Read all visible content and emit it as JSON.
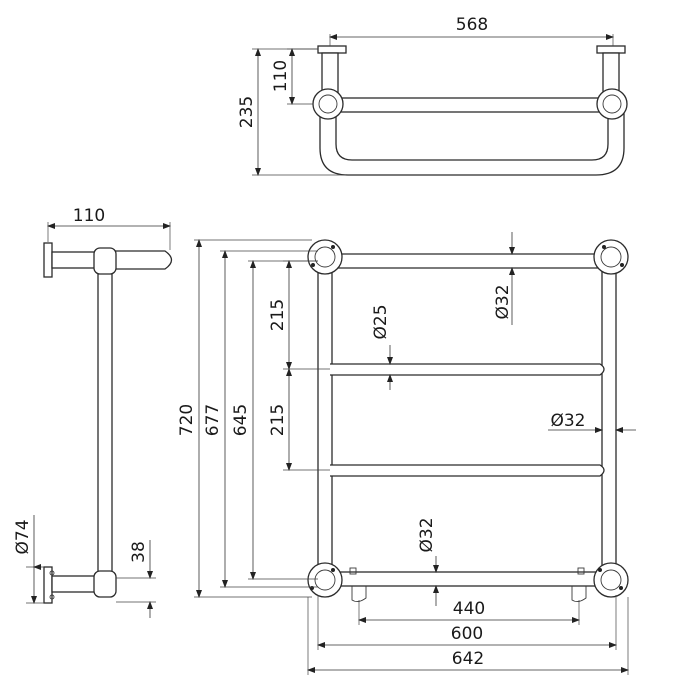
{
  "diagram": {
    "top_view": {
      "width_label": "568",
      "projection_label": "110",
      "depth_label": "235"
    },
    "side_view": {
      "projection_label": "110",
      "flange_diameter_label": "Ø74",
      "bottom_offset_label": "38"
    },
    "front_view": {
      "height_overall_label": "720",
      "height_677_label": "677",
      "height_645_label": "645",
      "spacing_upper_label": "215",
      "spacing_lower_label": "215",
      "top_rail_diameter_label": "Ø32",
      "middle_rail_diameter_label": "Ø25",
      "upright_diameter_label": "Ø32",
      "bottom_rail_diameter_label": "Ø32",
      "width_440_label": "440",
      "width_600_label": "600",
      "width_overall_label": "642"
    }
  }
}
